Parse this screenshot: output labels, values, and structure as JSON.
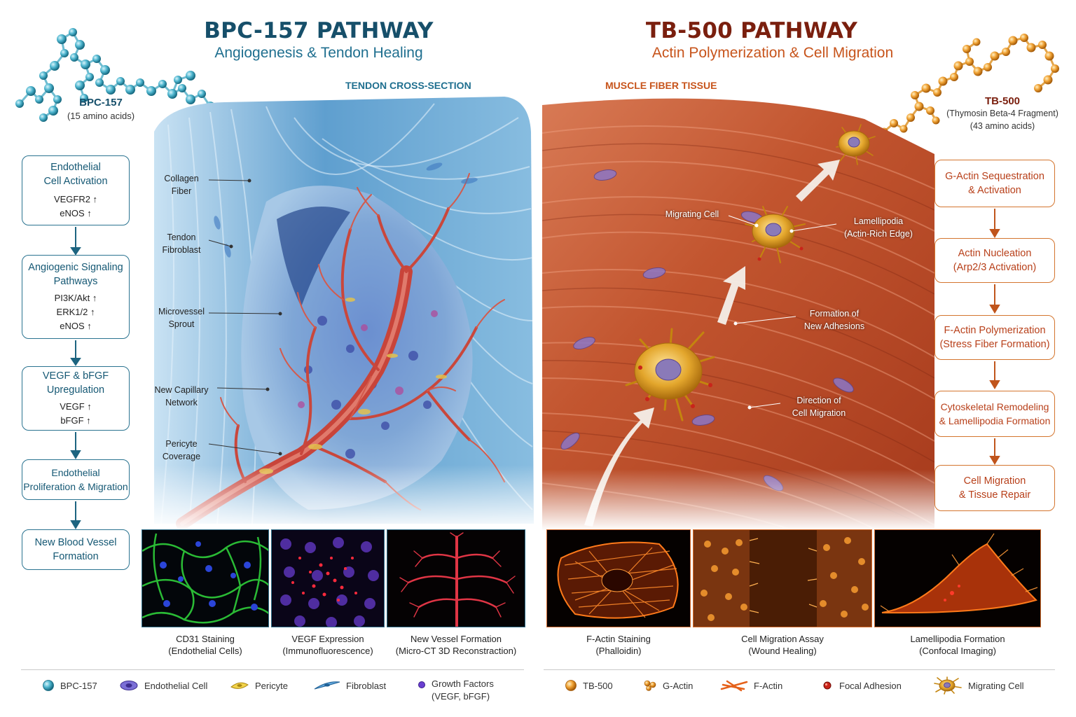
{
  "left": {
    "title": "BPC-157 PATHWAY",
    "subtitle": "Angiogenesis & Tendon Healing",
    "section_label": "TENDON CROSS-SECTION",
    "molecule": {
      "name": "BPC-157",
      "info": "(15 amino acids)"
    },
    "steps": [
      {
        "title": "Endothelial\nCell Activation",
        "markers": [
          "VEGFR2 ↑",
          "eNOS ↑"
        ]
      },
      {
        "title": "Angiogenic Signaling\nPathways",
        "markers": [
          "PI3K/Akt ↑",
          "ERK1/2  ↑",
          "eNOS ↑"
        ]
      },
      {
        "title": "VEGF & bFGF\nUpregulation",
        "markers": [
          "VEGF ↑",
          "bFGF ↑"
        ]
      },
      {
        "title": "Endothelial\nProliferation & Migration",
        "markers": []
      },
      {
        "title": "New Blood Vessel\nFormation",
        "markers": []
      }
    ],
    "annotations": [
      "Collagen\nFiber",
      "Tendon\nFibroblast",
      "Microvessel\nSprout",
      "New Capillary\nNetwork",
      "Pericyte\nCoverage"
    ],
    "micrographs": [
      {
        "title": "CD31 Staining",
        "detail": "(Endothelial Cells)"
      },
      {
        "title": "VEGF Expression",
        "detail": "(Immunofluorescence)"
      },
      {
        "title": "New Vessel Formation",
        "detail": "(Micro-CT 3D Reconstraction)"
      }
    ],
    "legend": [
      {
        "label": "BPC-157",
        "icon": "teal-sphere-icon"
      },
      {
        "label": "Endothelial Cell",
        "icon": "endothelial-cell-icon"
      },
      {
        "label": "Pericyte",
        "icon": "pericyte-icon"
      },
      {
        "label": "Fibroblast",
        "icon": "fibroblast-icon"
      },
      {
        "label": "Growth Factors\n(VEGF, bFGF)",
        "icon": "growth-factor-icon"
      }
    ],
    "colors": {
      "title": "#164f6a",
      "accent": "#2a7390"
    }
  },
  "right": {
    "title": "TB-500 PATHWAY",
    "subtitle": "Actin Polymerization & Cell Migration",
    "section_label": "MUSCLE FIBER TISSUE",
    "molecule": {
      "name": "TB-500",
      "info": "(Thymosin Beta-4 Fragment)",
      "info2": "(43 amino acids)"
    },
    "steps": [
      {
        "title": "G-Actin Sequestration\n& Activation",
        "sub": ""
      },
      {
        "title": "Actin Nucleation",
        "sub": "(Arp2/3 Activation)"
      },
      {
        "title": "F-Actin Polymerization",
        "sub": "(Stress Fiber Formation)"
      },
      {
        "title": "Cytoskeletal Remodeling\n& Lamellipodia Formation",
        "sub": ""
      },
      {
        "title": "Cell Migration\n& Tissue Repair",
        "sub": ""
      }
    ],
    "annotations": [
      "Migrating Cell",
      "Lamellipodia\n(Actin-Rich Edge)",
      "Formation of\nNew Adhesions",
      "Direction of\nCell Migration"
    ],
    "micrographs": [
      {
        "title": "F-Actin Staining",
        "detail": "(Phalloidin)"
      },
      {
        "title": "Cell Migration Assay",
        "detail": "(Wound Healing)"
      },
      {
        "title": "Lamellipodia Formation",
        "detail": "(Confocal Imaging)"
      }
    ],
    "legend": [
      {
        "label": "TB-500",
        "icon": "orange-sphere-icon"
      },
      {
        "label": "G-Actin",
        "icon": "g-actin-icon"
      },
      {
        "label": "F-Actin",
        "icon": "f-actin-icon"
      },
      {
        "label": "Focal Adhesion",
        "icon": "focal-adhesion-icon"
      },
      {
        "label": "Migrating Cell",
        "icon": "migrating-cell-icon"
      }
    ],
    "colors": {
      "title": "#7a1f0e",
      "accent": "#d4752e"
    }
  }
}
